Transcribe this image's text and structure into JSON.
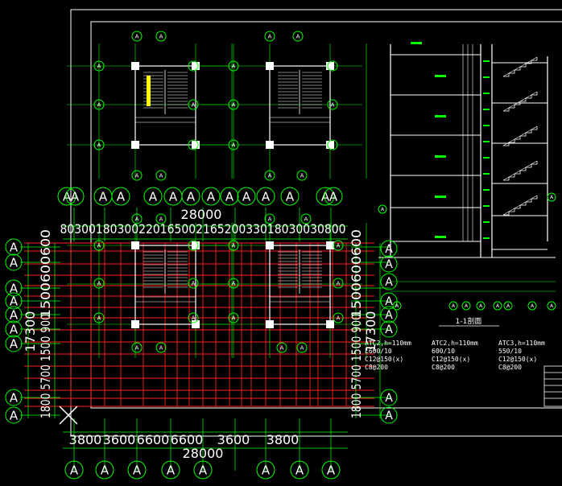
{
  "colors": {
    "background": "#000000",
    "grid_red": "#ff2020",
    "cad_green": "#00ff00",
    "cad_white": "#ffffff",
    "cad_yellow": "#ffff00",
    "cad_cyan": "#00ffff"
  },
  "axis_bubble_label": "A",
  "top_total": "28000",
  "top_dims_text": "8030018030022016500216520033018030030800",
  "bottom_dims": [
    "3800",
    "3600",
    "6600",
    "6600",
    "3600",
    "3800"
  ],
  "bottom_total": "28000",
  "left_total": "17300",
  "left_dims_text": "1500600600",
  "left_dims_lower": "1800 5700 1500 900",
  "right_total": "17300",
  "right_dims_text": "1500600600",
  "right_dims_lower": "1800 5700 1500 900",
  "section_title": "1-1剖面",
  "notes": [
    {
      "id": "note1",
      "lines": [
        "ATC2,h=110mm",
        "L600/10",
        "C12@150(x)",
        "C8@200"
      ]
    },
    {
      "id": "note2",
      "lines": [
        "ATC2,h=110mm",
        "600/10",
        "C12@150(x)",
        "C8@200"
      ]
    },
    {
      "id": "note3",
      "lines": [
        "ATC3,h=110mm",
        "550/10",
        "C12@150(x)",
        "C8@200"
      ]
    }
  ],
  "icons": {
    "origin": "ucs-cross-icon"
  }
}
